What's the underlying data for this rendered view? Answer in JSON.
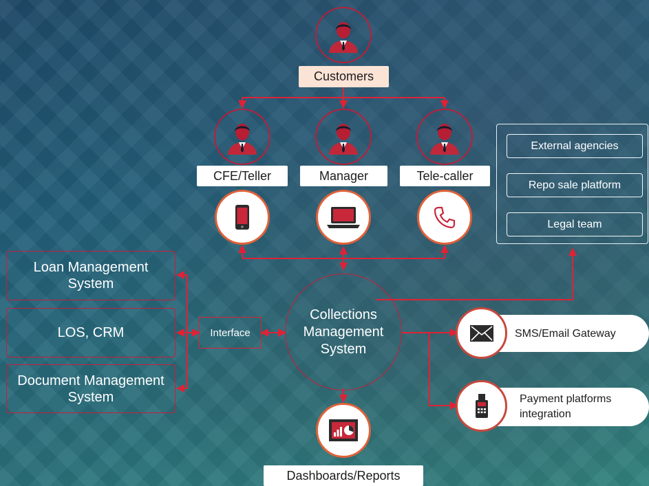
{
  "top": {
    "customers_label": "Customers"
  },
  "roles": [
    {
      "label": "CFE/Teller",
      "icon": "mobile-phone-icon"
    },
    {
      "label": "Manager",
      "icon": "laptop-icon"
    },
    {
      "label": "Tele-caller",
      "icon": "telephone-icon"
    }
  ],
  "external": [
    "External agencies",
    "Repo sale platform",
    "Legal team"
  ],
  "left_systems": [
    "Loan Management System",
    "LOS, CRM",
    "Document Management System"
  ],
  "interface_label": "Interface",
  "core_label": "Collections Management System",
  "gateways": [
    {
      "label": "SMS/Email Gateway",
      "icon": "envelope-icon"
    },
    {
      "label": "Payment platforms integration",
      "icon": "card-terminal-icon"
    }
  ],
  "reports_label": "Dashboards/Reports",
  "colors": {
    "accent_red": "#e02236",
    "ring_orange": "#e0623a",
    "dark_red": "#b8203a"
  }
}
